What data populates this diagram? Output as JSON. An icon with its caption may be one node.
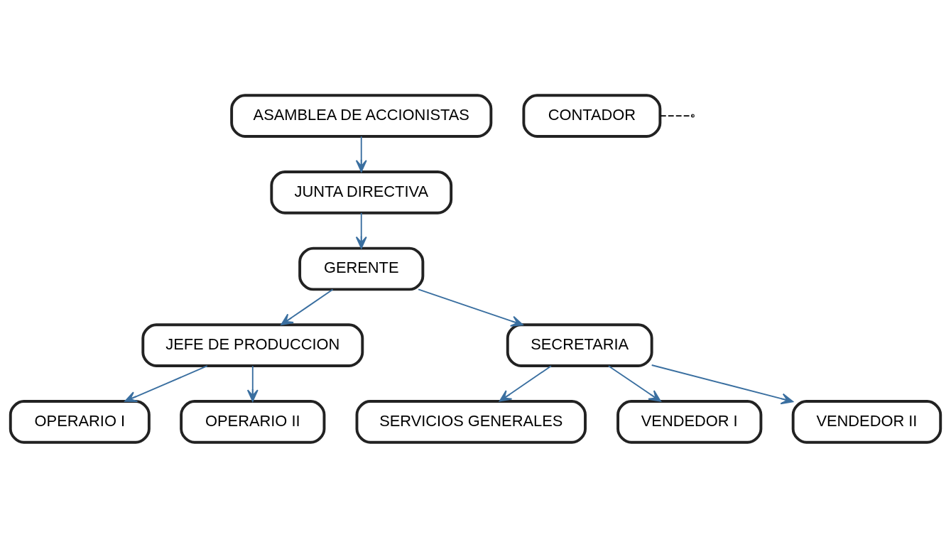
{
  "diagram": {
    "nodes": [
      {
        "text": [
          "ASAMBLEA DE ACCIONISTAS"
        ]
      },
      {
        "text": [
          "JUNTA DIRECTIVA"
        ]
      },
      {
        "text": [
          "GERENTE"
        ]
      },
      {
        "text": [
          "JEFE DE PRODUCCION"
        ]
      },
      {
        "text": [
          "SECRETARIA"
        ]
      },
      {
        "text": [
          "CONTADOR"
        ]
      },
      {
        "text": [
          "OPERARIO I"
        ]
      },
      {
        "text": [
          "OPERARIO II"
        ]
      },
      {
        "text": [
          "SERVICIOS GENERALES"
        ]
      },
      {
        "text": [
          "VENDEDOR I"
        ]
      },
      {
        "text": [
          "VENDEDOR II"
        ]
      }
    ],
    "edges": [
      {
        "from": 0,
        "to": 1,
        "arrow": "to"
      },
      {
        "from": 1,
        "to": 2,
        "arrow": "to"
      },
      {
        "from": 2,
        "to": 3,
        "arrow": "to"
      },
      {
        "from": 2,
        "to": 4,
        "arrow": "to"
      },
      {
        "from": 5,
        "to": null,
        "arrow": "none",
        "style": "dashed",
        "color": "#000000"
      },
      {
        "from": 3,
        "to": 6,
        "arrow": "to"
      },
      {
        "from": 3,
        "to": 7,
        "arrow": "to"
      },
      {
        "from": 4,
        "to": 8,
        "arrow": "to"
      },
      {
        "from": 4,
        "to": 9,
        "arrow": "to"
      },
      {
        "from": 4,
        "to": 10,
        "arrow": "to"
      }
    ]
  }
}
